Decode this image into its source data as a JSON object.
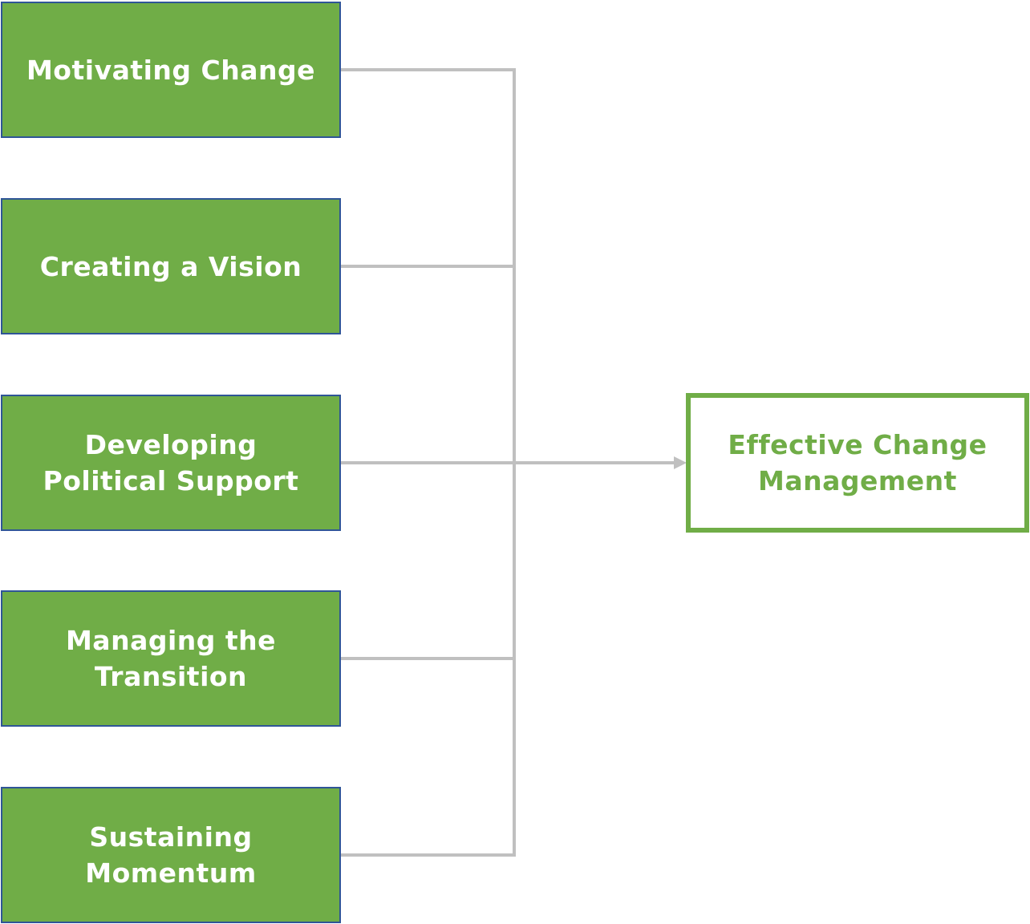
{
  "factors": [
    {
      "label": "Motivating Change"
    },
    {
      "label": "Creating a Vision"
    },
    {
      "label": "Developing\nPolitical Support"
    },
    {
      "label": "Managing the\nTransition"
    },
    {
      "label": "Sustaining\nMomentum"
    }
  ],
  "outcome": {
    "label": "Effective Change\nManagement"
  },
  "colors": {
    "box_fill": "#70ad47",
    "box_border": "#2f5597",
    "connector": "#c0c0c0",
    "outcome_accent": "#70ad47"
  }
}
